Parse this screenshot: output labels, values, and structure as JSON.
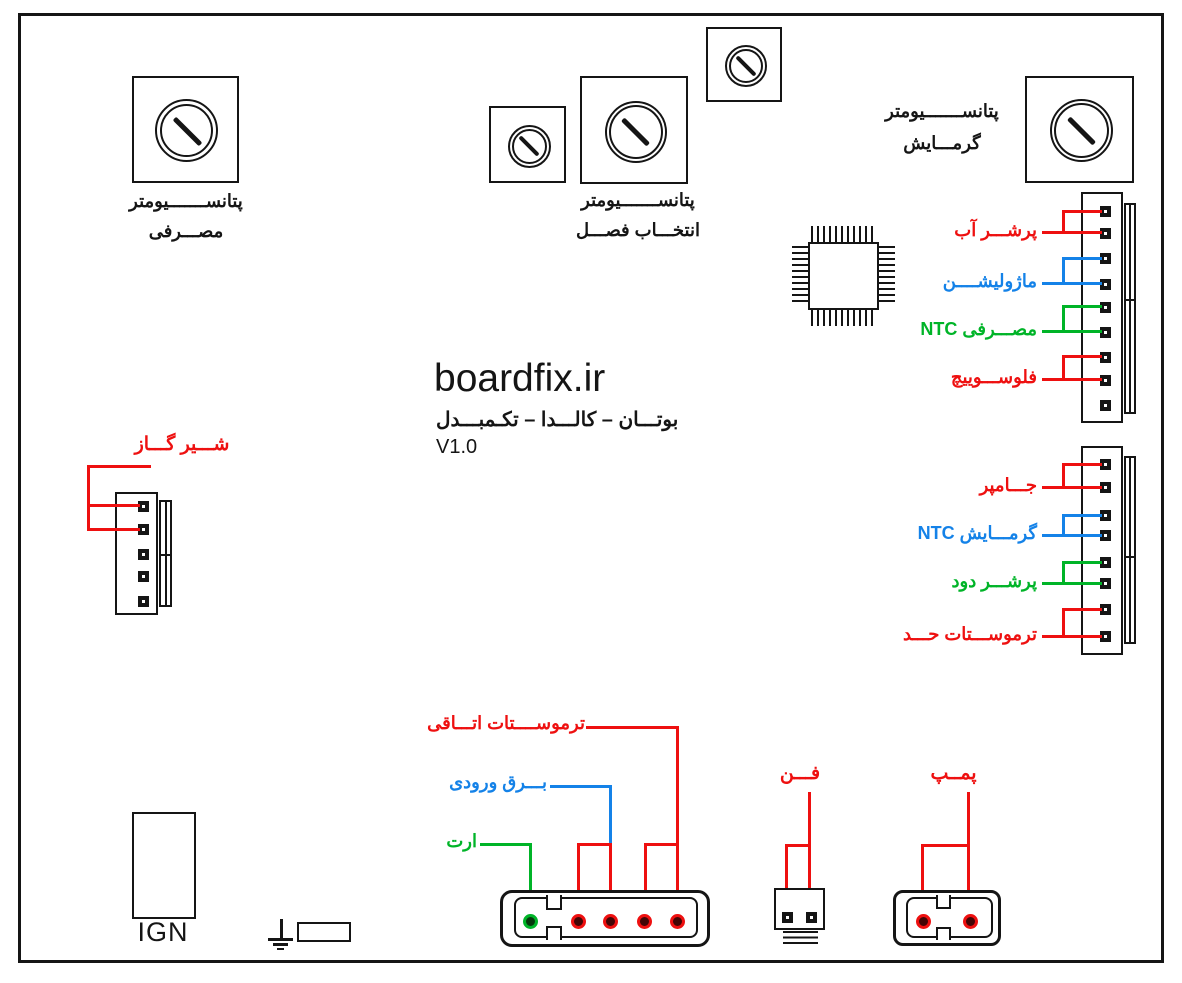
{
  "title": {
    "site": "boardfix.ir",
    "model": "بوتـــان – کالـــدا – تکـمبـــدل",
    "version": "V1.0"
  },
  "colors": {
    "red": "#ee1010",
    "blue": "#1482e8",
    "green": "#00b428",
    "ink": "#151515"
  },
  "potentiometers": {
    "word": "پتانســـــــیومتر",
    "consumption": "مصـــرفی",
    "season": "انتخـــاب فصـــل",
    "heating": "گرمـــایش"
  },
  "connector_top_right": {
    "pin_count": 9,
    "signals": [
      {
        "label": "پرشـــر آب",
        "color": "red"
      },
      {
        "label": "ماژولیشــــن",
        "color": "blue"
      },
      {
        "label": "NTC مصـــرفی",
        "color": "green"
      },
      {
        "label": "فلوســـوییچ",
        "color": "red"
      }
    ]
  },
  "connector_bottom_right": {
    "pin_count": 8,
    "signals": [
      {
        "label": "جـــامپر",
        "color": "red"
      },
      {
        "label": "NTC گرمـــایش",
        "color": "blue"
      },
      {
        "label": "پرشـــر دود",
        "color": "green"
      },
      {
        "label": "ترموســـتات حـــد",
        "color": "red"
      }
    ]
  },
  "gas_valve": {
    "label": "شـــیر گـــاز",
    "pin_count": 5
  },
  "mains_connector": {
    "pin_count": 5,
    "signals": [
      {
        "label": "ترموســــتات اتـــاقی",
        "color": "red"
      },
      {
        "label": "بـــرق ورودی",
        "color": "blue"
      },
      {
        "label": "ارت",
        "color": "green"
      }
    ]
  },
  "fan": {
    "label": "فـــن",
    "pin_count": 2
  },
  "pump": {
    "label": "پمــپ",
    "pin_count": 2
  },
  "igniter": {
    "label": "IGN"
  }
}
